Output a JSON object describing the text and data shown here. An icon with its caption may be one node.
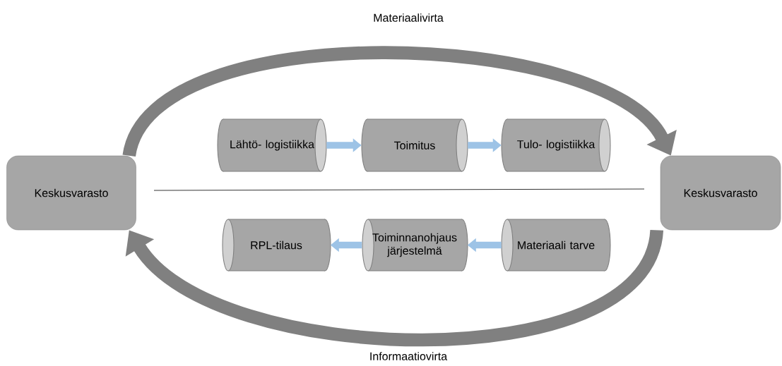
{
  "diagram": {
    "nodes": [
      {
        "text": [
          "Keskusvarasto"
        ]
      },
      {
        "text": [
          "Lähtö- logistiikka"
        ]
      },
      {
        "text": [
          "Toimitus"
        ]
      },
      {
        "text": [
          "Tulo- logistiikka"
        ]
      },
      {
        "text": [
          "Keskusvarasto"
        ]
      },
      {
        "text": [
          "RPL-tilaus"
        ]
      },
      {
        "text": [
          "Toiminnanohjaus järjestelmä"
        ]
      },
      {
        "text": [
          "Materiaali tarve"
        ]
      }
    ],
    "edges": [
      {
        "from": 0,
        "to": 4,
        "arrow": "to",
        "label": "Materiaalivirta",
        "style": "thick",
        "color": "#808080"
      },
      {
        "from": 1,
        "to": 2,
        "arrow": "to"
      },
      {
        "from": 2,
        "to": 3,
        "arrow": "to"
      },
      {
        "from": 7,
        "to": 6,
        "arrow": "to"
      },
      {
        "from": 6,
        "to": 5,
        "arrow": "to"
      },
      {
        "from": 4,
        "to": 0,
        "arrow": "to",
        "label": "Informaatiovirta",
        "style": "thick",
        "color": "#808080"
      }
    ]
  }
}
